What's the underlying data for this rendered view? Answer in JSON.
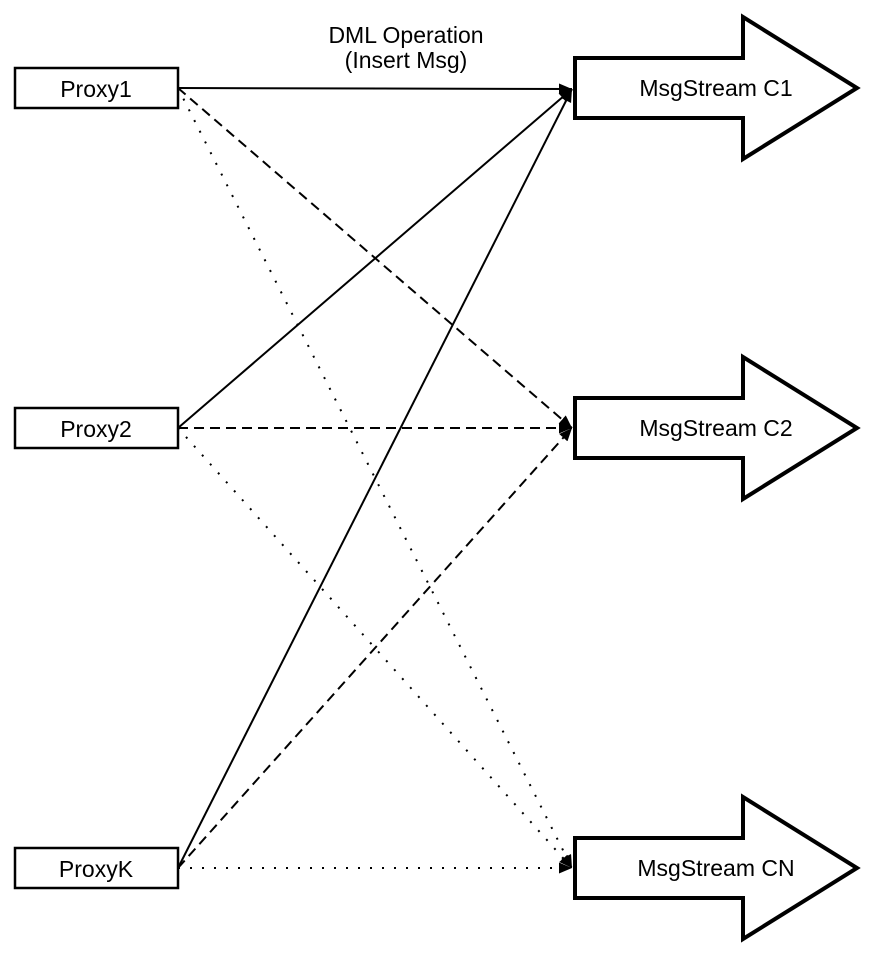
{
  "top_label": {
    "line1": "DML Operation",
    "line2": "(Insert Msg)"
  },
  "proxies": [
    {
      "id": "proxy1",
      "label": "Proxy1"
    },
    {
      "id": "proxy2",
      "label": "Proxy2"
    },
    {
      "id": "proxyk",
      "label": "ProxyK"
    }
  ],
  "streams": [
    {
      "id": "c1",
      "label": "MsgStream C1"
    },
    {
      "id": "c2",
      "label": "MsgStream C2"
    },
    {
      "id": "cn",
      "label": "MsgStream CN"
    }
  ],
  "connections": [
    {
      "from": "proxy1",
      "to": "c1",
      "style": "solid"
    },
    {
      "from": "proxy1",
      "to": "c2",
      "style": "dashed"
    },
    {
      "from": "proxy1",
      "to": "cn",
      "style": "dotted"
    },
    {
      "from": "proxy2",
      "to": "c1",
      "style": "solid"
    },
    {
      "from": "proxy2",
      "to": "c2",
      "style": "dashed"
    },
    {
      "from": "proxy2",
      "to": "cn",
      "style": "dotted"
    },
    {
      "from": "proxyk",
      "to": "c1",
      "style": "solid"
    },
    {
      "from": "proxyk",
      "to": "c2",
      "style": "dashed"
    },
    {
      "from": "proxyk",
      "to": "cn",
      "style": "dotted"
    }
  ],
  "colors": {
    "stroke": "#000000",
    "fill": "#ffffff"
  }
}
